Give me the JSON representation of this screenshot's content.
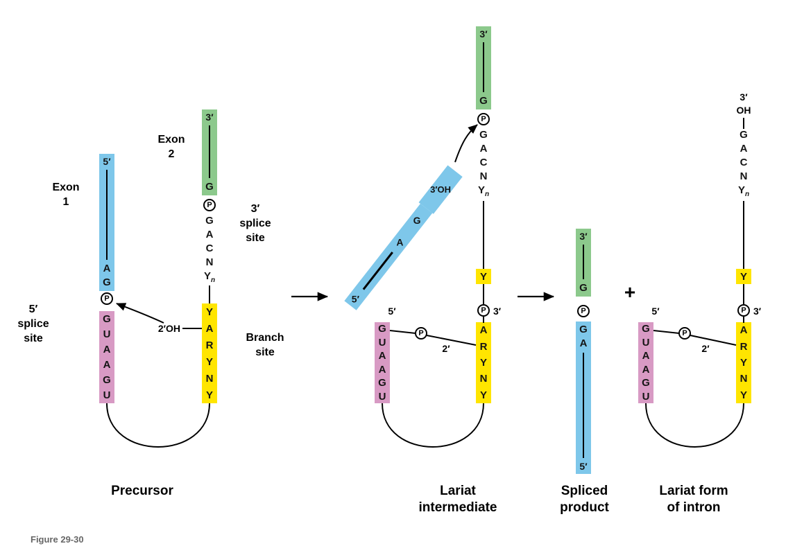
{
  "figure": {
    "caption": "Figure 29-30",
    "plus": "+"
  },
  "symbols": {
    "p": "P"
  },
  "colors": {
    "exon1_blue": "#7EC7EA",
    "exon2_green": "#8CC98C",
    "intron_pink": "#D89AC4",
    "branch_yellow": "#FFE500"
  },
  "precursor": {
    "caption": "Precursor",
    "exon1_label": [
      "Exon",
      "1"
    ],
    "exon2_label": [
      "Exon",
      "2"
    ],
    "splice5_label": [
      "5′",
      "splice",
      "site"
    ],
    "splice3_label": [
      "3′",
      "splice",
      "site"
    ],
    "branch_label": [
      "Branch",
      "site"
    ],
    "exon1_end5": "5′",
    "exon1_letters": [
      "A",
      "G"
    ],
    "exon2_end3": "3′",
    "exon2_letters": [
      "G"
    ],
    "intron5_letters": [
      "G",
      "U",
      "A",
      "A",
      "G",
      "U"
    ],
    "intron3_letters": [
      "G",
      "A",
      "C",
      "N",
      {
        "t": "Y",
        "sub": "n"
      }
    ],
    "branch_letters": [
      "Y",
      "A",
      "R",
      "Y",
      "N",
      "Y"
    ],
    "oh2_label": "2′OH"
  },
  "lariat_intermediate": {
    "caption": [
      "Lariat",
      "intermediate"
    ],
    "exon2_end3": "3′",
    "exon2_letters": [
      "G"
    ],
    "intron3_letters": [
      "G",
      "A",
      "C",
      "N",
      {
        "t": "Y",
        "sub": "n"
      }
    ],
    "branch_y": "Y",
    "p_3prime": "3′",
    "branch_letters": [
      "A",
      "R",
      "Y",
      "N",
      "Y"
    ],
    "intron5_letters": [
      "G",
      "U",
      "A",
      "A",
      "G",
      "U"
    ],
    "intron5_end5": "5′",
    "bond_2prime": "2′",
    "exon1_end5": "5′",
    "exon1_letters": [
      "A",
      "G"
    ],
    "exon1_oh3": "3′OH"
  },
  "spliced_product": {
    "caption": [
      "Spliced",
      "product"
    ],
    "exon2_end3": "3′",
    "exon2_letters": [
      "G"
    ],
    "exon1_letters": [
      "G",
      "A"
    ],
    "exon1_end5": "5′"
  },
  "lariat_intron": {
    "caption": [
      "Lariat form",
      "of intron"
    ],
    "end3": "3′",
    "end3_oh": "OH",
    "intron3_letters": [
      "G",
      "A",
      "C",
      "N",
      {
        "t": "Y",
        "sub": "n"
      }
    ],
    "branch_y": "Y",
    "p_3prime": "3′",
    "branch_letters": [
      "A",
      "R",
      "Y",
      "N",
      "Y"
    ],
    "intron5_letters": [
      "G",
      "U",
      "A",
      "A",
      "G",
      "U"
    ],
    "intron5_end5": "5′",
    "bond_2prime": "2′"
  }
}
